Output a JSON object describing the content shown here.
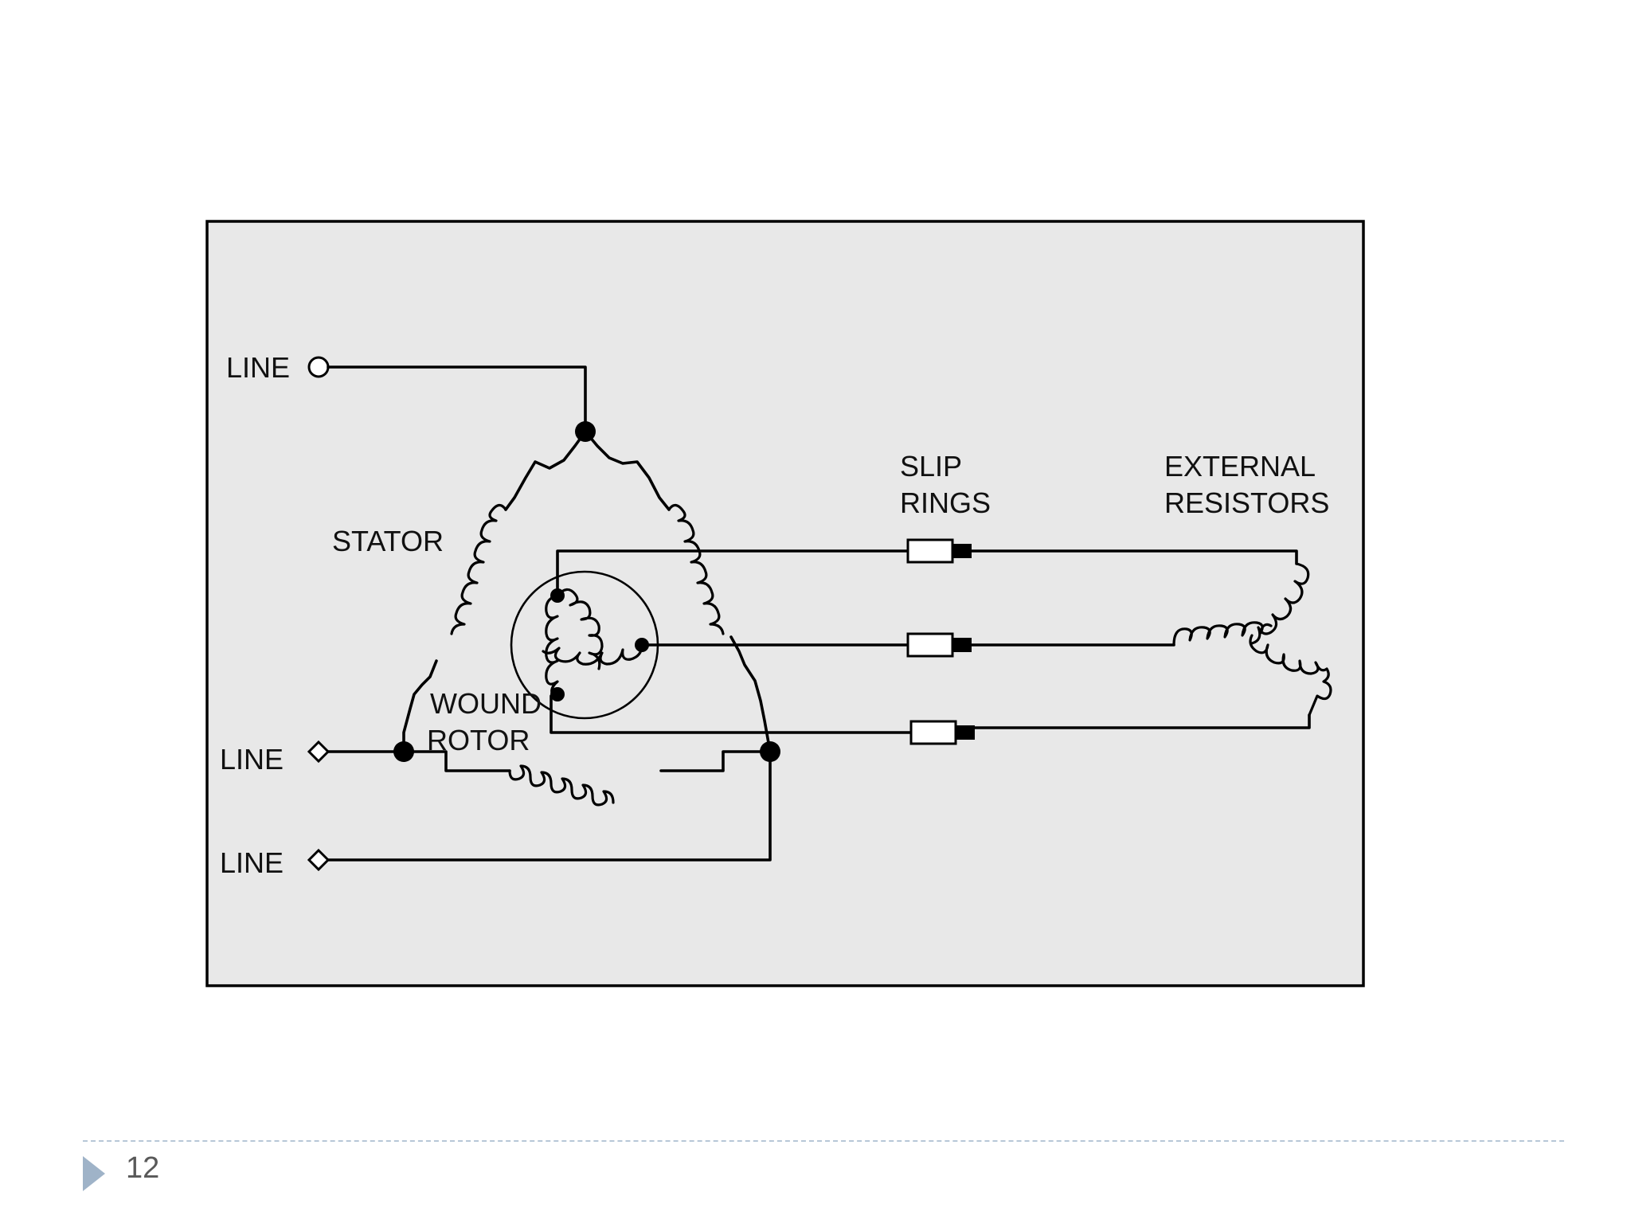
{
  "diagram": {
    "labels": {
      "line_top": "LINE",
      "line_middle": "LINE",
      "line_bottom": "LINE",
      "stator": "STATOR",
      "wound_rotor_1": "WOUND",
      "wound_rotor_2": "ROTOR",
      "slip_rings_1": "SLIP",
      "slip_rings_2": "RINGS",
      "external_resistors_1": "EXTERNAL",
      "external_resistors_2": "RESISTORS"
    },
    "colors": {
      "panel_background": "#e8e8e8",
      "wire": "#000000",
      "footer_rule": "#b7c7d7",
      "slide_marker": "#9fb3c8"
    }
  },
  "footer": {
    "page_number": "12"
  }
}
